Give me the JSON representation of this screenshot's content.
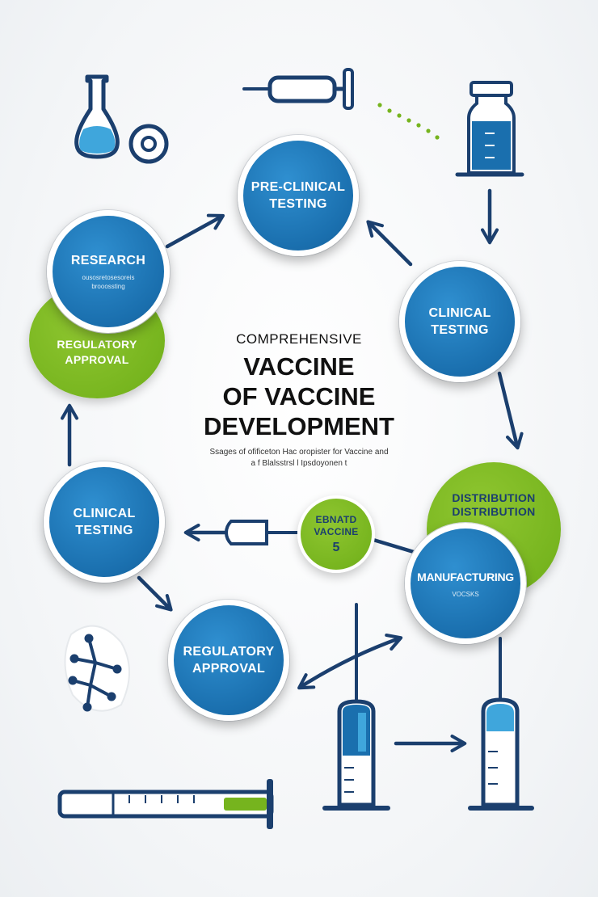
{
  "title": {
    "pre": "COMPREHENSIVE",
    "main_line1": "VACCINE",
    "main_line2": "OF VACCINE",
    "main_line3": "DEVELOPMENT",
    "subtitle_line1": "Ssages of ofificeton Hac oropister for Vaccine and",
    "subtitle_line2": "a f Blalsstrsl l Ipsdoyonen t"
  },
  "nodes": {
    "pre_clinical": {
      "line1": "PRE-CLINICAL",
      "line2": "TESTING"
    },
    "research": {
      "line1": "RESEARCH",
      "sub1": "ousosretosesoreis",
      "sub2": "brooossting"
    },
    "clinical_right": {
      "line1": "CLINICAL",
      "line2": "TESTING"
    },
    "regulatory_green": {
      "line1": "REGULATORY",
      "line2": "APPROVAL"
    },
    "clinical_left": {
      "line1": "CLINICAL",
      "line2": "TESTING"
    },
    "estimated": {
      "line1": "EBNATD",
      "line2": "VACCINE",
      "num": "5"
    },
    "distribution": {
      "line1": "DISTRIBUTION",
      "line2": "DISTRIBUTION"
    },
    "manufacturing": {
      "line1": "MANUFACTURING",
      "sub": "VOCSKS"
    },
    "regulatory_blue": {
      "line1": "REGULATORY",
      "line2": "APPROVAL"
    }
  },
  "colors": {
    "blue": "#1a6fae",
    "navy": "#1b3f6e",
    "green": "#76b41e",
    "light_blue": "#3fa6dc"
  },
  "icons": [
    "flask-icon",
    "ring-icon",
    "syringe-icon",
    "vial-icon",
    "molecule-icon",
    "test-tube-icon",
    "syringe-vertical-icon"
  ]
}
